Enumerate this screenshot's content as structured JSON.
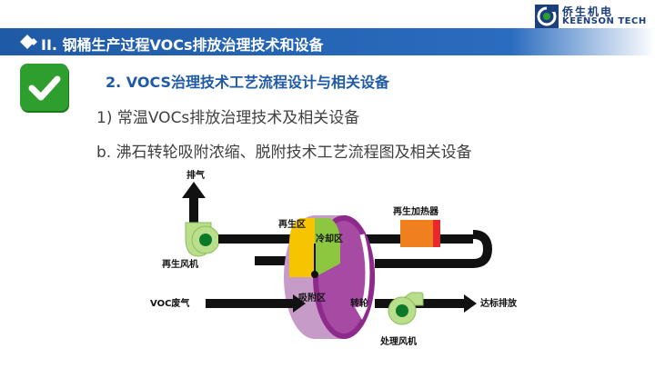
{
  "logo": {
    "cn": "侨生机电",
    "en": "KEENSON TECH"
  },
  "header": {
    "title": "II.  钢桶生产过程VOCs排放治理技术和设备"
  },
  "subtitle": "2.  VOCS治理技术工艺流程设计与相关设备",
  "items": [
    "1)  常温VOCs排放治理技术及相关设备",
    "b.  沸石转轮吸附浓缩、脱附技术工艺流程图及相关设备"
  ],
  "diagram": {
    "exhaust": "排气",
    "regen_fan": "再生风机",
    "regen_zone": "再生区",
    "cooling_zone": "冷却区",
    "regen_heater": "再生加热器",
    "voc_gas": "VOC废气",
    "adsorption_zone": "吸附区",
    "rotor": "转轮",
    "process_fan": "处理风机",
    "discharge": "达标排放"
  },
  "colors": {
    "header_bar": "#1f5aa6",
    "subtitle": "#1f5aa6",
    "check_green": "#2e9e2e",
    "rotor_pink": "#c69bc8",
    "rotor_purple": "#8e2a8c",
    "regen_yellow": "#f6c400",
    "cooling_green": "#8dc63f",
    "heater_orange": "#f07f1e",
    "heater_red": "#e8282b",
    "fan_green": "#b9df8c"
  }
}
